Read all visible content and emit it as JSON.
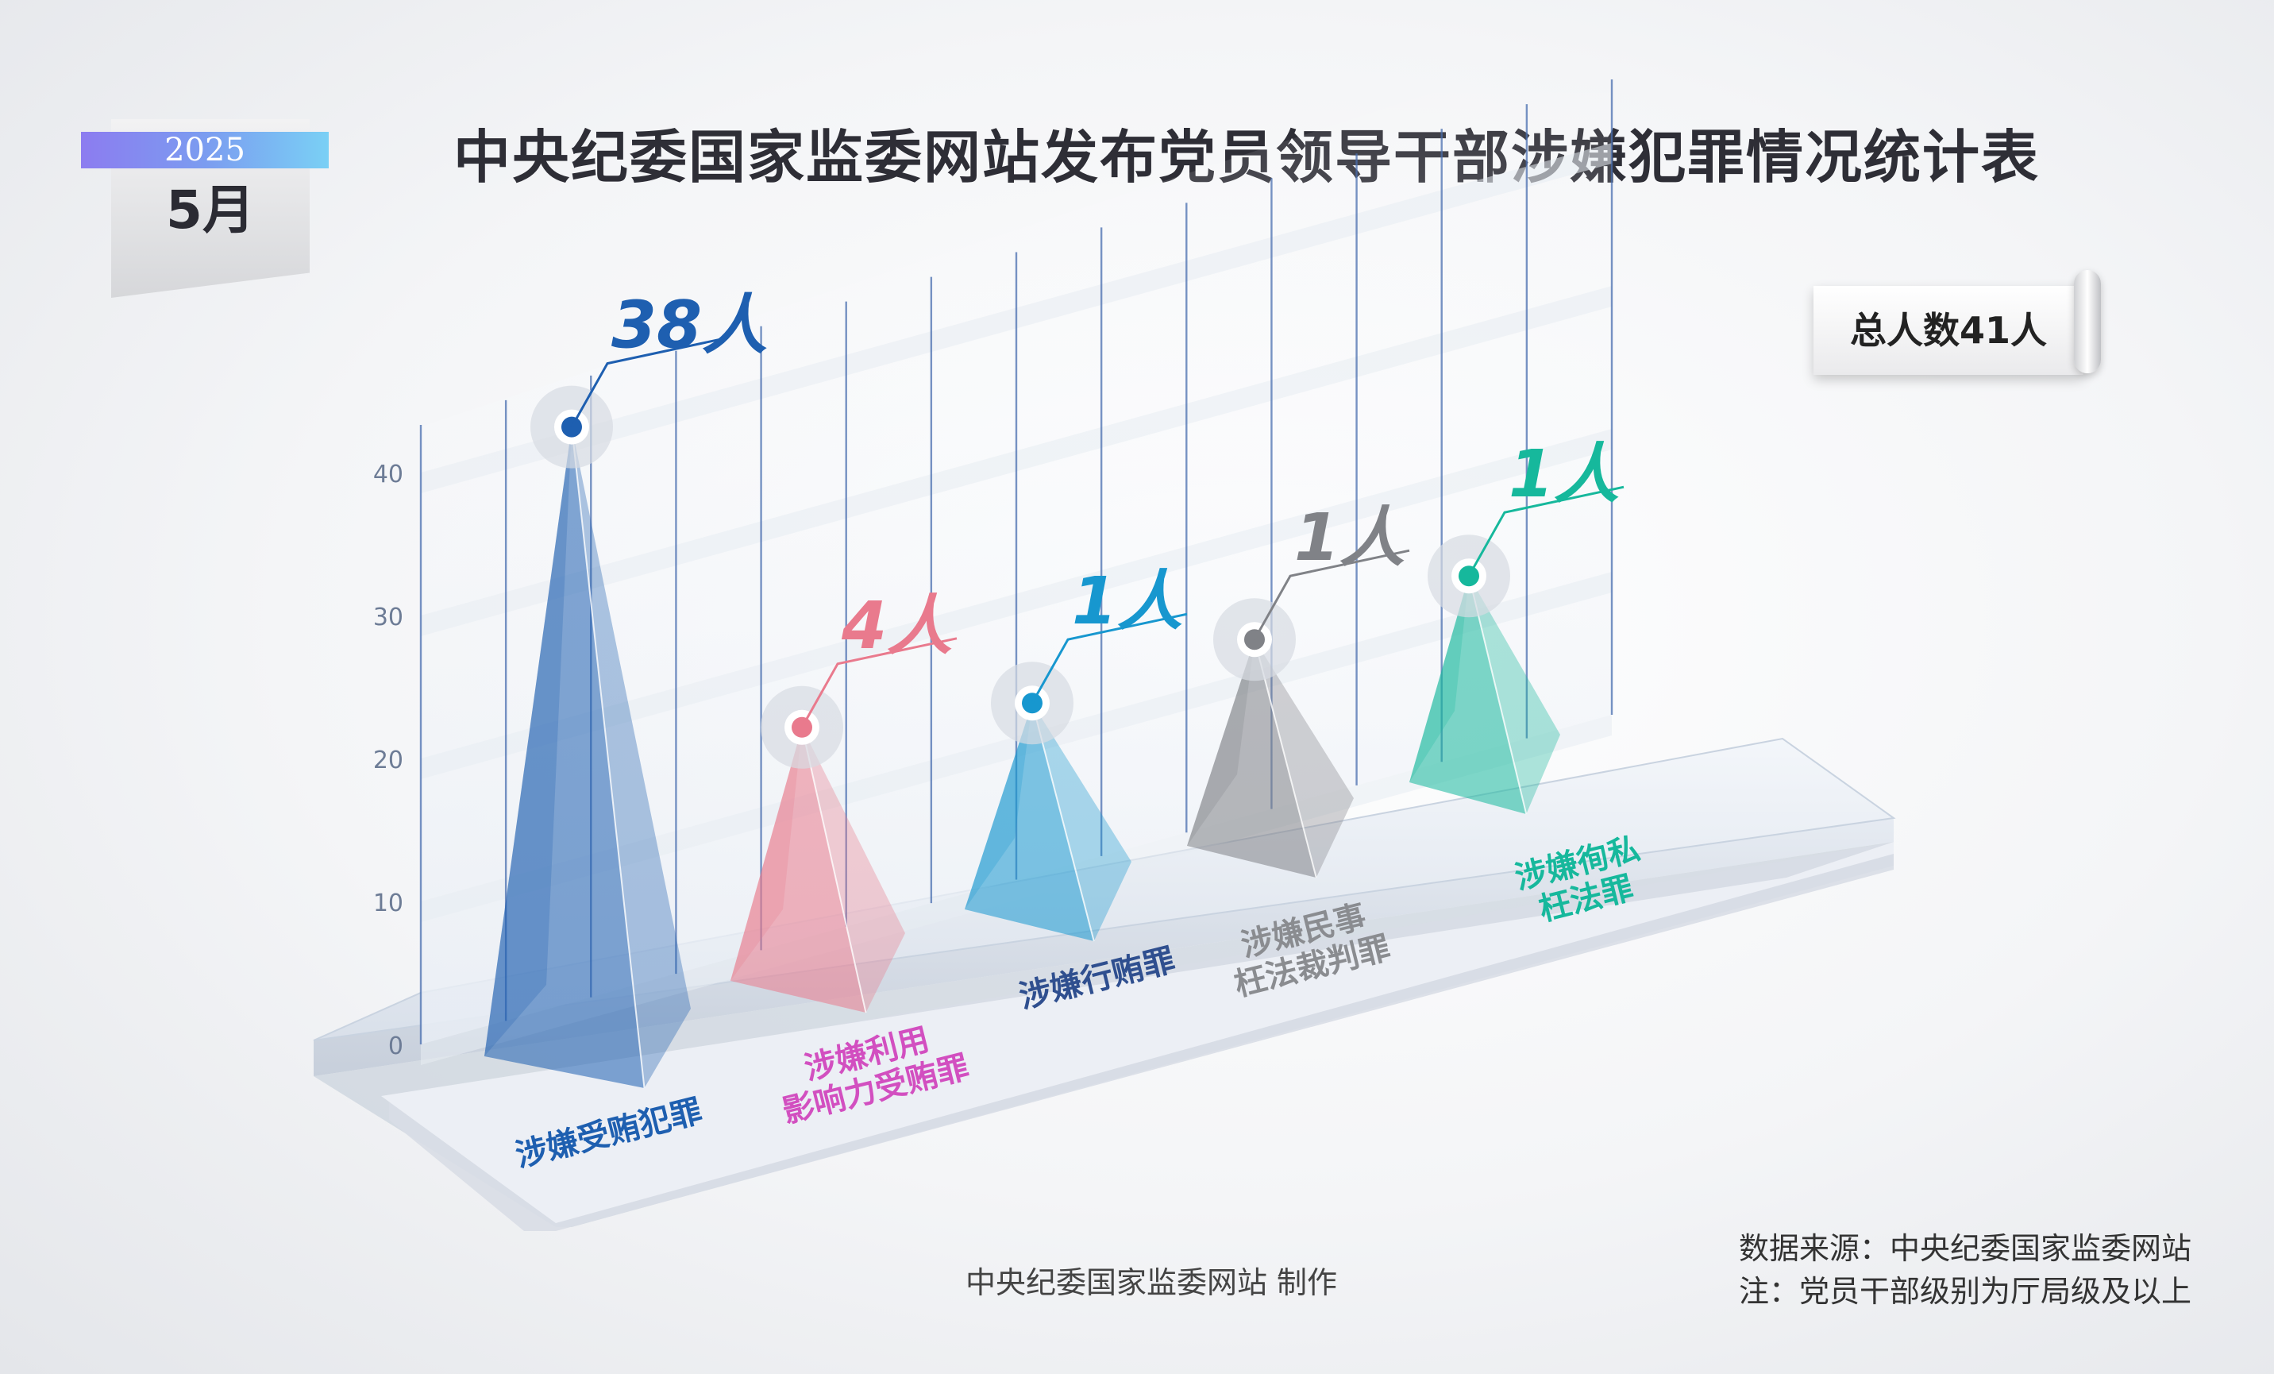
{
  "badge": {
    "year": "2025",
    "month": "5月"
  },
  "title": "中央纪委国家监委网站发布党员领导干部涉嫌犯罪情况统计表",
  "total_label": "总人数41人",
  "maker": "中央纪委国家监委网站 制作",
  "source": "数据来源：中央纪委国家监委网站",
  "note": "注：党员干部级别为厅局级及以上",
  "chart_data": {
    "type": "bar",
    "title": "中央纪委国家监委网站发布党员领导干部涉嫌犯罪情况统计表",
    "xlabel": "",
    "ylabel": "",
    "ylim": [
      0,
      40
    ],
    "yticks": [
      0,
      10,
      20,
      30,
      40
    ],
    "grid": true,
    "categories": [
      [
        "涉嫌受贿犯罪"
      ],
      [
        "涉嫌利用",
        "影响力受贿罪"
      ],
      [
        "涉嫌行贿罪"
      ],
      [
        "涉嫌民事",
        "枉法裁判罪"
      ],
      [
        "涉嫌徇私",
        "枉法罪"
      ]
    ],
    "values": [
      38,
      4,
      1,
      1,
      1
    ],
    "value_labels": [
      "38人",
      "4人",
      "1人",
      "1人",
      "1人"
    ],
    "colors": [
      "#1e5fb0",
      "#e97a8d",
      "#1797cf",
      "#808287",
      "#16b89c"
    ],
    "label_colors": [
      "#1e5fb0",
      "#d24fc0",
      "#2f4f8f",
      "#8a8c90",
      "#16b89c"
    ]
  }
}
